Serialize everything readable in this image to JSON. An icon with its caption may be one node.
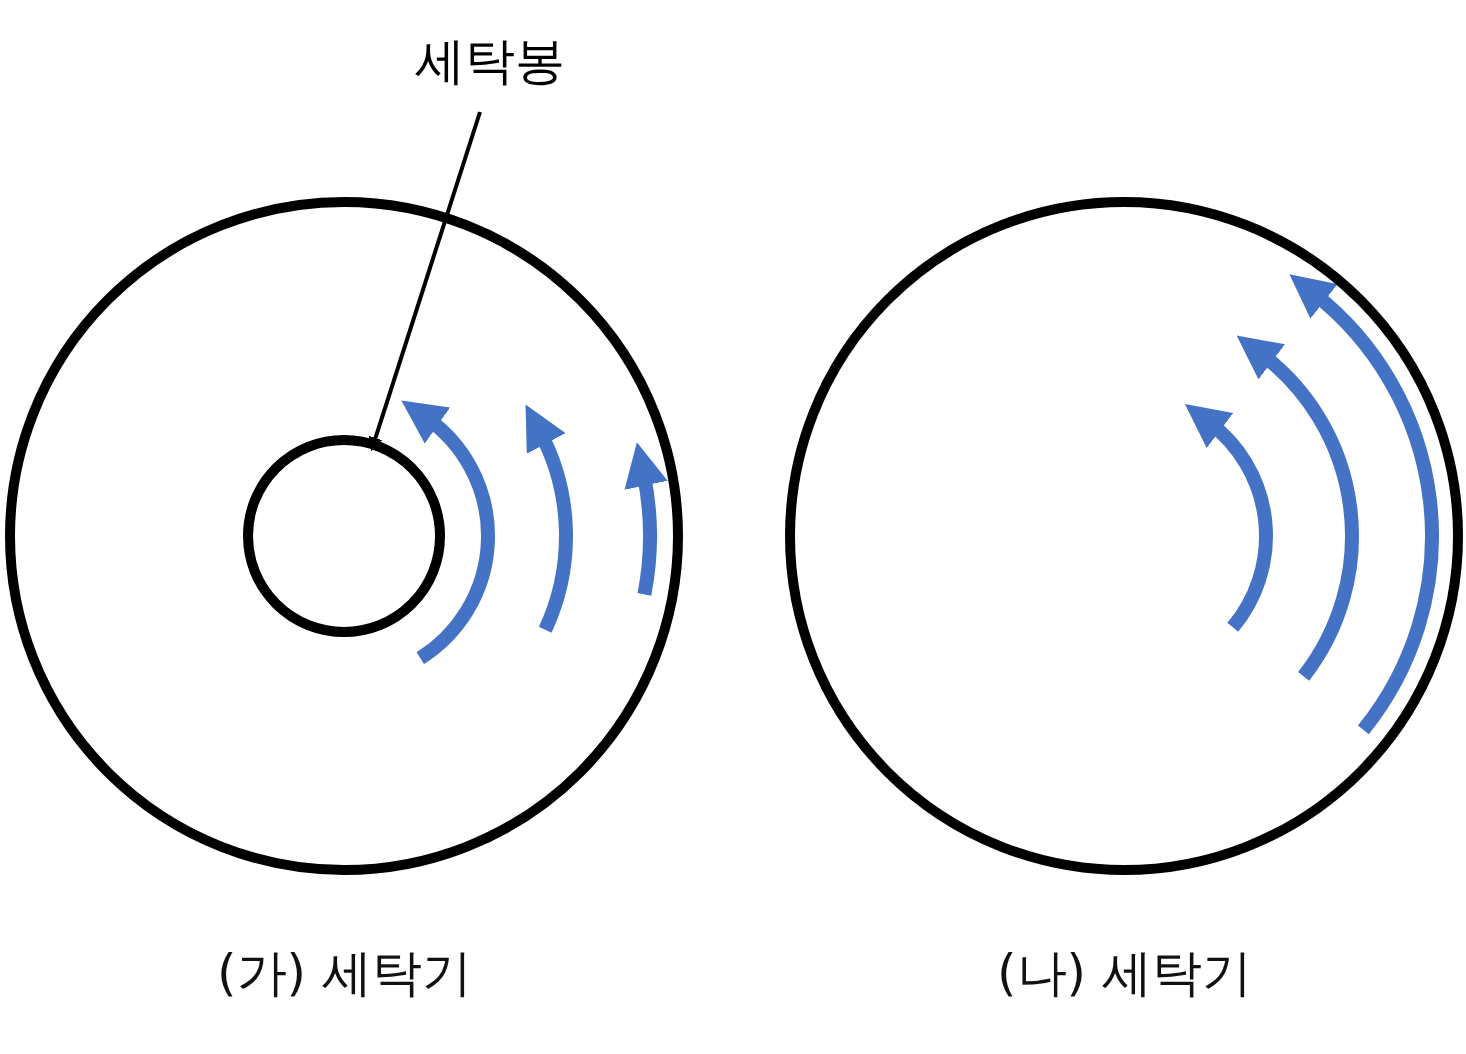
{
  "diagram": {
    "nodes": [
      {
        "text": [],
        "shape": "circle",
        "beside": [
          "(가) 세탁기"
        ]
      },
      {
        "text": [],
        "shape": "circle",
        "in": 0
      },
      {
        "text": [
          "세탁봉"
        ]
      },
      {
        "text": [],
        "shape": "circle",
        "beside": [
          "(나) 세탁기"
        ]
      }
    ],
    "edges": [
      {
        "from": 2,
        "to": 1,
        "arrow": "to"
      }
    ]
  }
}
